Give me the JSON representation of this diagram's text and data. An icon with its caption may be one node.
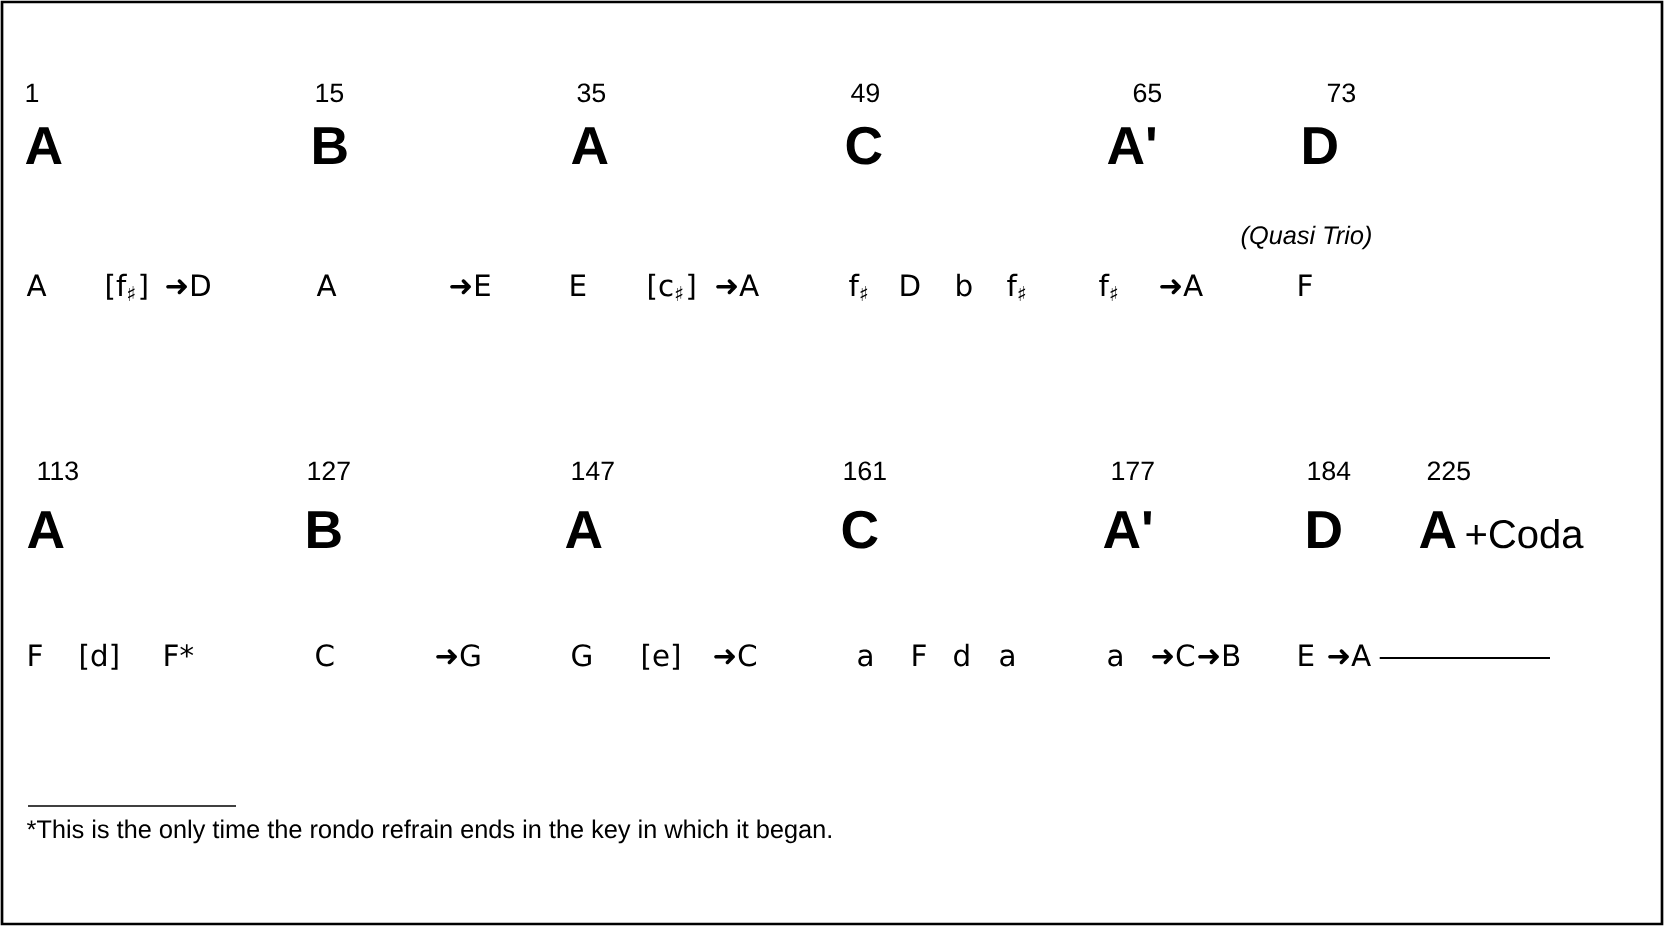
{
  "diagram": {
    "labels": [
      "1",
      "15",
      "35",
      "49",
      "65",
      "73",
      "A",
      "B",
      "A",
      "C",
      "A'",
      "D",
      "(Quasi Trio)",
      "A",
      "[f$_{♯}$]",
      "➜D",
      "A",
      "➜E",
      "E",
      "[c$_{♯}$]",
      "➜A",
      "f$_{♯}$",
      "D",
      "b",
      "f$_{♯}$",
      "f$_{♯}$",
      "➜A",
      "F",
      "113",
      "127",
      "147",
      "161",
      "177",
      "184",
      "225",
      "A",
      "B",
      "A",
      "C",
      "A'",
      "D",
      "A",
      "+Coda",
      "F",
      "[d]",
      "F*",
      "C",
      "➜G",
      "G",
      "[e]",
      "➜C",
      "a",
      "F",
      "d",
      "a",
      "a",
      "➜C",
      "➜B",
      "E",
      "➜A",
      "*This is the only time the rondo refrain ends in the key in which it began."
    ]
  }
}
